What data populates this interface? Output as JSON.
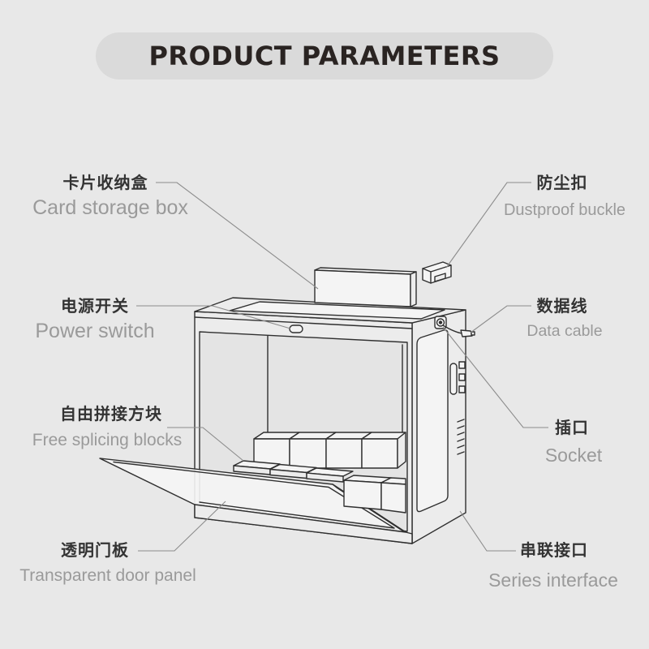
{
  "title": "PRODUCT PARAMETERS",
  "labels": {
    "card_storage_box": {
      "zh": "卡片收纳盒",
      "en": "Card storage box"
    },
    "power_switch": {
      "zh": "电源开关",
      "en": "Power switch"
    },
    "free_splicing_blocks": {
      "zh": "自由拼接方块",
      "en": "Free splicing blocks"
    },
    "transparent_door_panel": {
      "zh": "透明门板",
      "en": "Transparent door panel"
    },
    "dustproof_buckle": {
      "zh": "防尘扣",
      "en": "Dustproof buckle"
    },
    "data_cable": {
      "zh": "数据线",
      "en": "Data cable"
    },
    "socket": {
      "zh": "插口",
      "en": "Socket"
    },
    "series_interface": {
      "zh": "串联接口",
      "en": "Series interface"
    }
  },
  "colors": {
    "background": "#e8e8e8",
    "title_pill": "#dadada",
    "title_text": "#2a2422",
    "label_zh": "#333333",
    "label_en": "#9a9a9a",
    "leader_line": "#8c8c8c",
    "drawing_stroke": "#2f2f2f"
  }
}
